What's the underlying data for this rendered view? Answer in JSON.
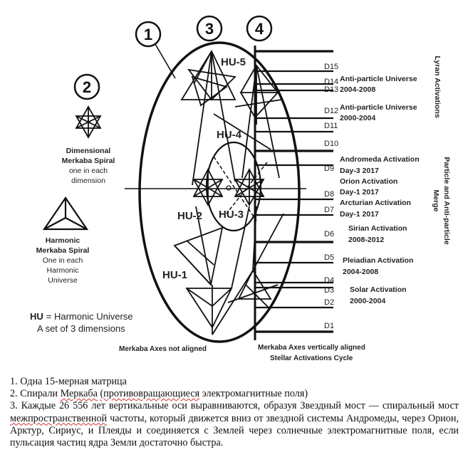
{
  "markers": {
    "m1": "1",
    "m2": "2",
    "m3": "3",
    "m4": "4"
  },
  "universes": {
    "hu5": "HU-5",
    "hu4": "HU-4",
    "hu3": "HU-3",
    "hu2": "HU-2",
    "hu1": "HU-1"
  },
  "dimensions": {
    "d15": "D15",
    "d14": "D14",
    "d13": "D13",
    "d12": "D12",
    "d11": "D11",
    "d10": "D10",
    "d9": "D9",
    "d8": "D8",
    "d7": "D7",
    "d6": "D6",
    "d5": "D5",
    "d4": "D4",
    "d3": "D3",
    "d2": "D2",
    "d1": "D1"
  },
  "activations": {
    "antiparticle1_l1": "Anti-particle Universe",
    "antiparticle1_l2": "2004-2008",
    "antiparticle2_l1": "Anti-particle Universe",
    "antiparticle2_l2": "2000-2004",
    "andromeda_l1": "Andromeda Activation",
    "andromeda_l2": "Day-3 2017",
    "orion_l1": "Orion Activation",
    "orion_l2": "Day-1 2017",
    "arcturian_l1": "Arcturian Activation",
    "arcturian_l2": "Day-1 2017",
    "sirian_l1": "Sirian Activation",
    "sirian_l2": "2008-2012",
    "pleiadian_l1": "Pleiadian Activation",
    "pleiadian_l2": "2004-2008",
    "solar_l1": "Solar Activation",
    "solar_l2": "2000-2004"
  },
  "vertical": {
    "lyran": "Lyran Activations",
    "merge1": "Particle and Anti-particle",
    "merge2": "Merge"
  },
  "legend": {
    "dimensional_l1": "Dimensional",
    "dimensional_l2": "Merkaba Spiral",
    "dimensional_l3": "one in each",
    "dimensional_l4": "dimension",
    "harmonic_l1": "Harmonic",
    "harmonic_l2": "Merkaba Spiral",
    "harmonic_l3": "One in each",
    "harmonic_l4": "Harmonic",
    "harmonic_l5": "Universe",
    "hu_key": "HU",
    "hu_def": "= Harmonic Universe",
    "hu_set": "A set of 3 dimensions"
  },
  "bottom": {
    "not_aligned": "Merkaba Axes not aligned",
    "aligned_l1": "Merkaba Axes vertically aligned",
    "aligned_l2": "Stellar Activations Cycle"
  },
  "captions": {
    "c1": "1. Одна 15-мерная матрица",
    "c2_pre": "2. Спирали ",
    "c2_w1": "Меркаба",
    "c2_mid": " ",
    "c2_w2": "(противовращающиеся",
    "c2_post": " электромагнитные поля)",
    "c3_pre": "3. Каждые 26 556 лет вертикальные оси выравниваются, образуя Звездный мост — спиральный мост ",
    "c3_w": "межпространственной",
    "c3_post": " частоты, который движется вниз от звездной системы Андромеды, через Орион, Арктур, Сириус, и Плеяды и соединяется с Землей через солнечные электромагнитные поля, если пульсация частиц ядра Земли достаточно быстра."
  }
}
